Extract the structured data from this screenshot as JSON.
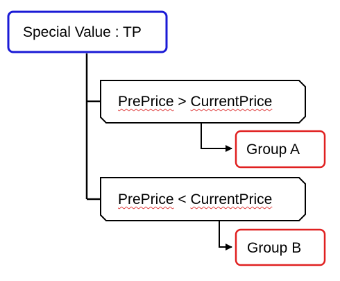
{
  "diagram": {
    "root": {
      "label": "Special Value : TP"
    },
    "conditions": [
      {
        "left": "PrePrice",
        "op": ">",
        "right": "CurrentPrice",
        "result": "Group A"
      },
      {
        "left": "PrePrice",
        "op": "<",
        "right": "CurrentPrice",
        "result": "Group B"
      }
    ],
    "colors": {
      "root_border": "#1a1ad6",
      "result_border": "#e02020",
      "condition_border": "#000000",
      "connector": "#000000",
      "spellcheck_underline": "#e04040"
    }
  }
}
